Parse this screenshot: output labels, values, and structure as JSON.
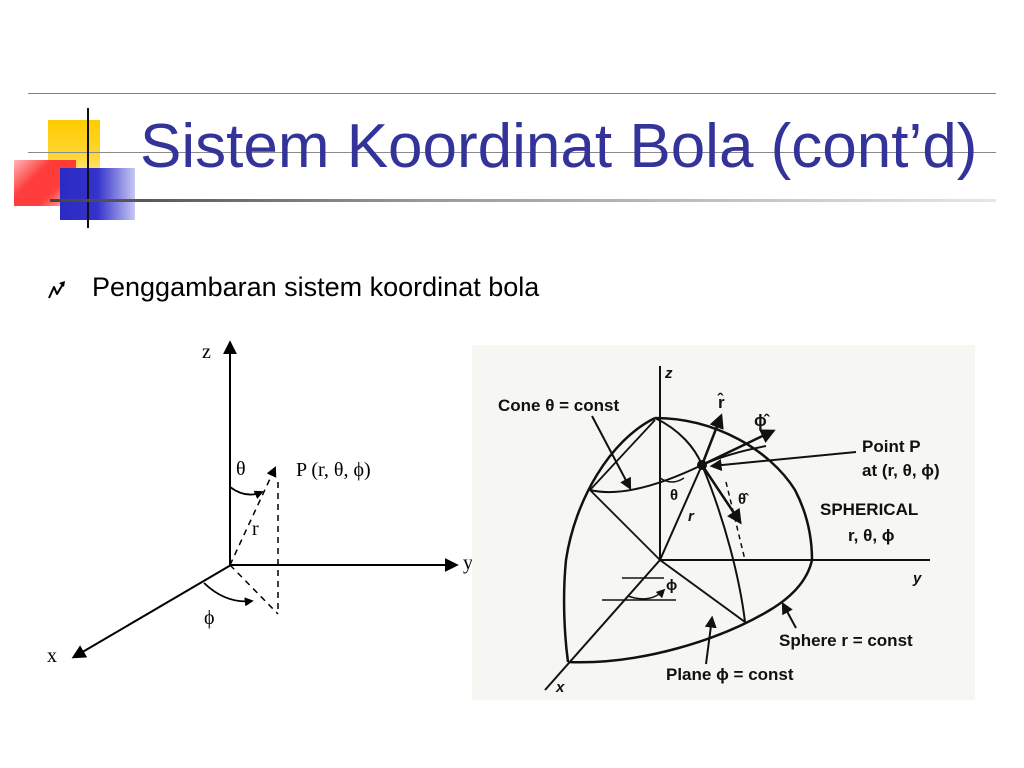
{
  "slide": {
    "title": "Sistem Koordinat Bola (cont’d)",
    "bullet_icon": "lightning-bullet-icon",
    "bullet_text": "Penggambaran sistem koordinat bola"
  },
  "left_diagram": {
    "z_label": "z",
    "y_label": "y",
    "x_label": "x",
    "theta_label": "θ",
    "point_label": "P (r, θ, ϕ)",
    "r_label": "r",
    "phi_label": "ϕ"
  },
  "right_diagram": {
    "cone_label": "Cone θ = const",
    "point_label_line1": "Point P",
    "point_label_line2": "at (r, θ, ϕ)",
    "system_label_line1": "SPHERICAL",
    "system_label_line2": "r, θ, ϕ",
    "sphere_label": "Sphere r = const",
    "plane_label": "Plane ϕ = const",
    "z_label": "z",
    "y_label": "y",
    "x_label": "x",
    "r_hat_label": "r̂",
    "phi_hat_label": "ϕ̂",
    "theta_hat_label": "θ̂",
    "theta_label": "θ",
    "r_label": "r",
    "phi_label": "ϕ"
  },
  "colors": {
    "title": "#333399",
    "decor_yellow": "#ffcc00",
    "decor_red": "#ff3333",
    "decor_blue": "#3333cc"
  }
}
